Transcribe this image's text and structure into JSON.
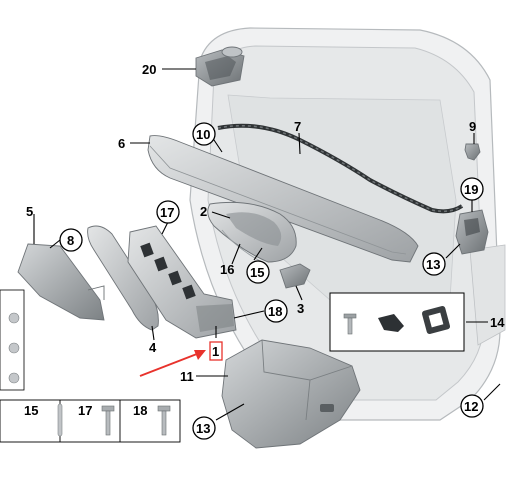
{
  "callouts": [
    {
      "id": "c20",
      "label": "20",
      "circled": false
    },
    {
      "id": "c6",
      "label": "6",
      "circled": false
    },
    {
      "id": "c10",
      "label": "10",
      "circled": true
    },
    {
      "id": "c7",
      "label": "7",
      "circled": false
    },
    {
      "id": "c9",
      "label": "9",
      "circled": false
    },
    {
      "id": "c19",
      "label": "19",
      "circled": true
    },
    {
      "id": "c5",
      "label": "5",
      "circled": false
    },
    {
      "id": "c8",
      "label": "8",
      "circled": true
    },
    {
      "id": "c17",
      "label": "17",
      "circled": true
    },
    {
      "id": "c2",
      "label": "2",
      "circled": false
    },
    {
      "id": "c16",
      "label": "16",
      "circled": false
    },
    {
      "id": "c15",
      "label": "15",
      "circled": true
    },
    {
      "id": "c13a",
      "label": "13",
      "circled": true
    },
    {
      "id": "c3",
      "label": "3",
      "circled": false
    },
    {
      "id": "c18",
      "label": "18",
      "circled": true
    },
    {
      "id": "c14",
      "label": "14",
      "circled": false
    },
    {
      "id": "c4",
      "label": "4",
      "circled": false
    },
    {
      "id": "c1",
      "label": "1",
      "circled": false
    },
    {
      "id": "c11",
      "label": "11",
      "circled": false
    },
    {
      "id": "c12",
      "label": "12",
      "circled": true
    },
    {
      "id": "c13b",
      "label": "13",
      "circled": true
    }
  ],
  "fastener_table": [
    {
      "label": "15"
    },
    {
      "label": "17"
    },
    {
      "label": "18"
    }
  ],
  "colors": {
    "part_fill": "#c9ccce",
    "part_dark": "#8e9396",
    "door_frame": "#ebeced",
    "highlight_arrow": "#e8322c",
    "highlight_box": "#e8322c"
  }
}
